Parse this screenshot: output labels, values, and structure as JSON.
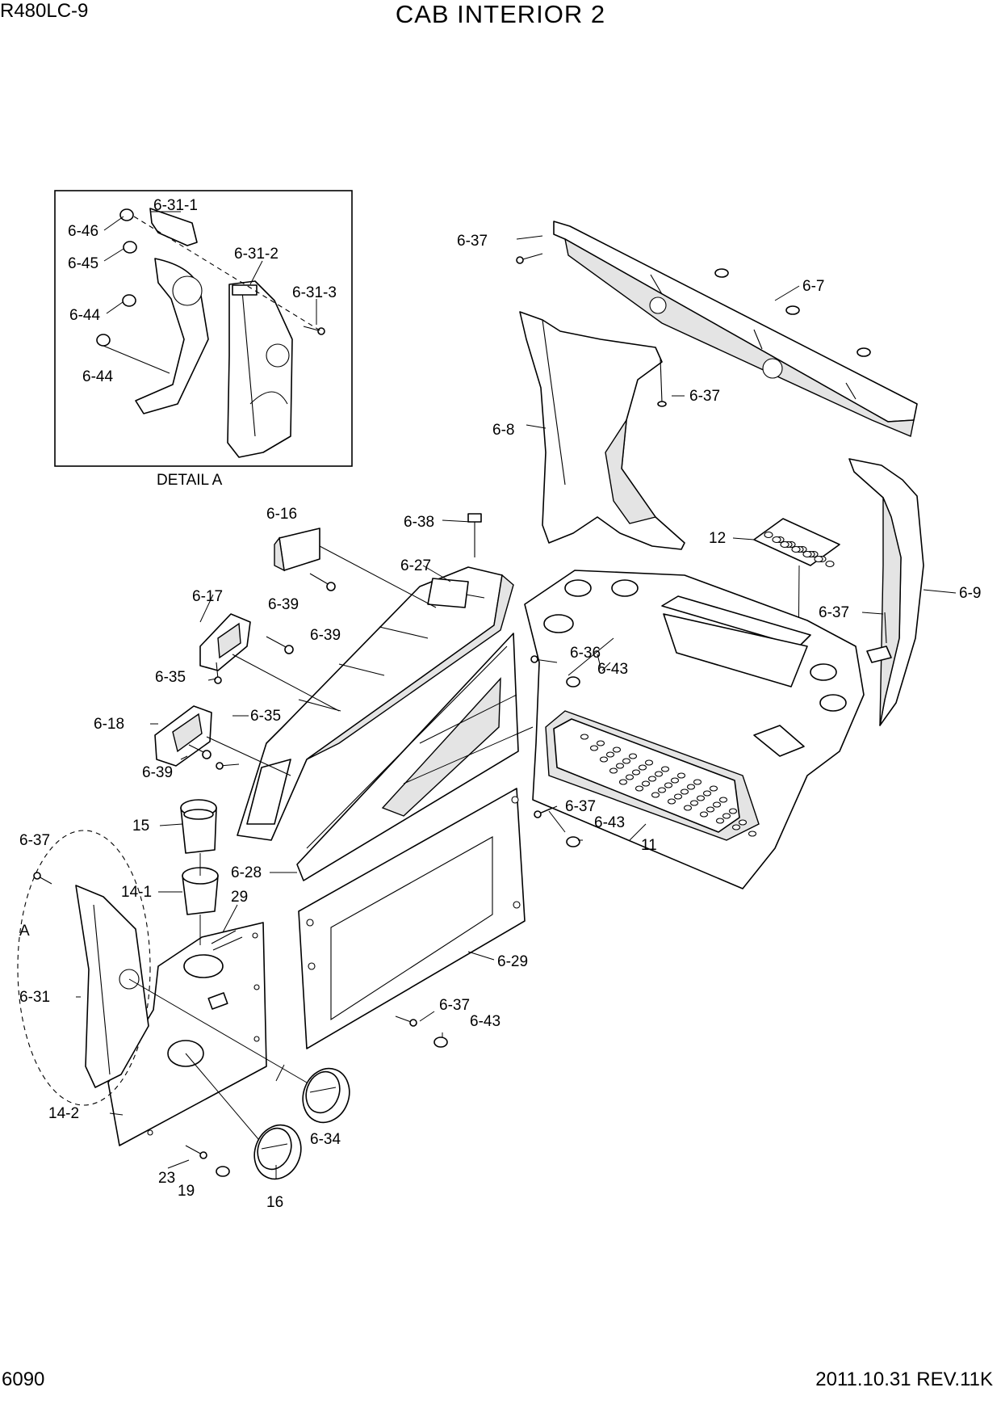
{
  "header": {
    "model": "R480LC-9",
    "title": "CAB INTERIOR 2"
  },
  "footer": {
    "page_number": "6090",
    "revision": "2011.10.31  REV.11K"
  },
  "detail": {
    "caption": "DETAIL A",
    "marker": "A"
  },
  "callouts": {
    "c6_31_1": "6-31-1",
    "c6_46": "6-46",
    "c6_45": "6-45",
    "c6_31_2": "6-31-2",
    "c6_31_3": "6-31-3",
    "c6_44a": "6-44",
    "c6_44b": "6-44",
    "c6_37_top": "6-37",
    "c6_7": "6-7",
    "c6_37_b": "6-37",
    "c6_8": "6-8",
    "c6_16": "6-16",
    "c6_38": "6-38",
    "c6_27": "6-27",
    "c12": "12",
    "c6_9": "6-9",
    "c6_17": "6-17",
    "c6_39_a": "6-39",
    "c6_39_b": "6-39",
    "c6_37_c": "6-37",
    "c6_36": "6-36",
    "c6_43_a": "6-43",
    "c6_35_a": "6-35",
    "c6_35_b": "6-35",
    "c6_18": "6-18",
    "c6_39_c": "6-39",
    "c6_37_d": "6-37",
    "c6_43_b": "6-43",
    "c11": "11",
    "c15": "15",
    "c6_37_e": "6-37",
    "c6_28": "6-28",
    "c14_1": "14-1",
    "c29": "29",
    "c6_29": "6-29",
    "c6_31": "6-31",
    "c6_37_f": "6-37",
    "c6_43_c": "6-43",
    "c14_2": "14-2",
    "c6_34": "6-34",
    "c23": "23",
    "c19": "19",
    "c16": "16"
  }
}
